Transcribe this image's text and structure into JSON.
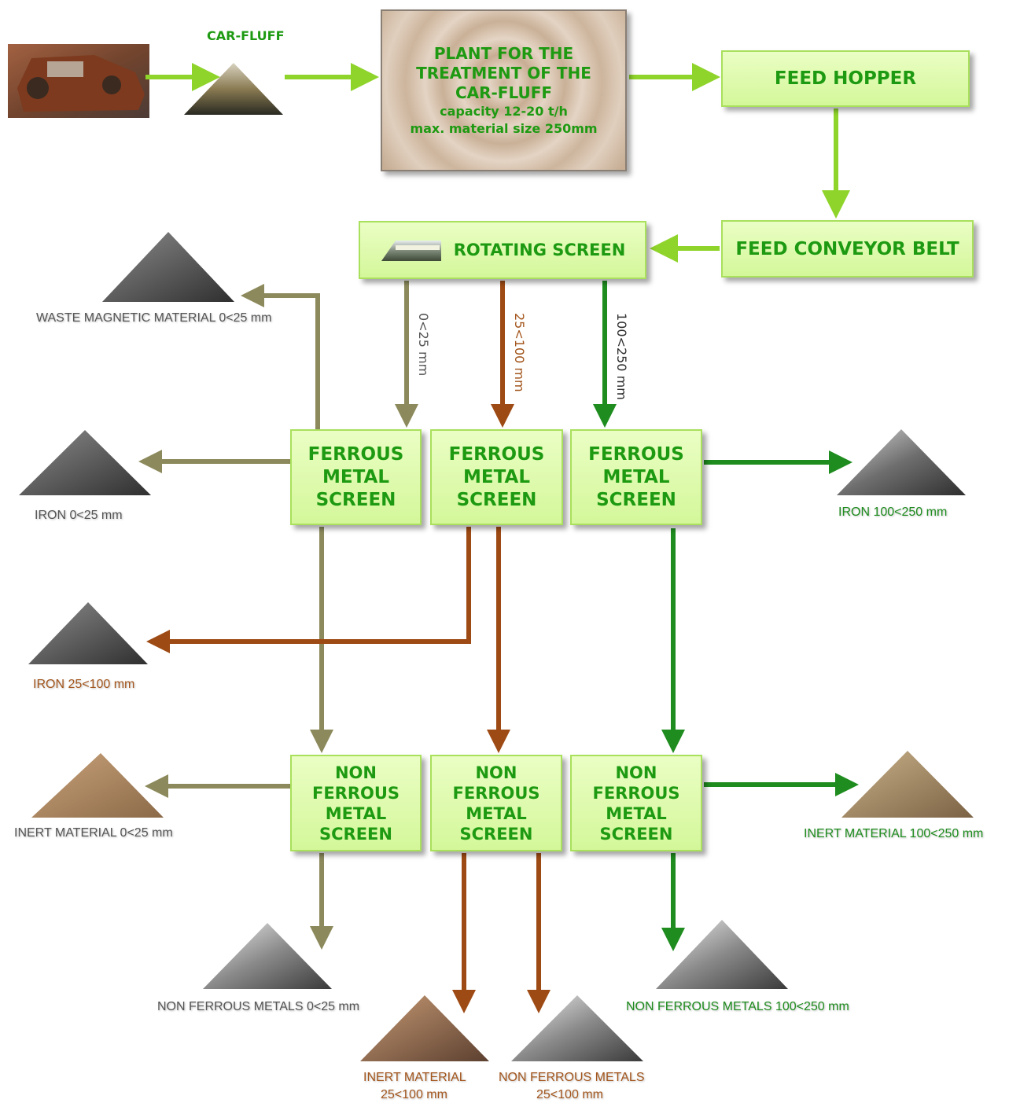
{
  "colors": {
    "fine_flow": "#8c8a5c",
    "medium_flow": "#9e4a14",
    "coarse_flow": "#1e8c1e",
    "feed_flow": "#8fd42a",
    "box_text": "#1e9a12"
  },
  "input": {
    "label": "CAR-FLUFF"
  },
  "plant": {
    "line1": "PLANT FOR THE",
    "line2": "TREATMENT OF THE",
    "line3": "CAR-FLUFF",
    "capacity": "capacity 12-20 t/h",
    "max_size": "max. material size 250mm"
  },
  "feed_hopper": "FEED HOPPER",
  "feed_conveyor": "FEED CONVEYOR BELT",
  "rotating_screen": "ROTATING SCREEN",
  "fractions": {
    "fine": "0<25 mm",
    "medium": "25<100 mm",
    "coarse": "100<250 mm"
  },
  "ferrous_screen": {
    "line1": "FERROUS",
    "line2": "METAL",
    "line3": "SCREEN"
  },
  "non_ferrous_screen": {
    "line1": "NON",
    "line2": "FERROUS",
    "line3": "METAL",
    "line4": "SCREEN"
  },
  "outputs": {
    "waste_magnetic": "WASTE MAGNETIC MATERIAL 0<25 mm",
    "iron_fine": "IRON 0<25 mm",
    "iron_medium": "IRON 25<100 mm",
    "iron_coarse": "IRON 100<250 mm",
    "inert_fine": "INERT MATERIAL 0<25 mm",
    "inert_coarse": "INERT MATERIAL 100<250 mm",
    "nonferrous_fine": "NON FERROUS METALS 0<25 mm",
    "nonferrous_coarse": "NON FERROUS METALS 100<250 mm",
    "inert_medium_line1": "INERT MATERIAL",
    "inert_medium_line2": "25<100 mm",
    "nonferrous_medium_line1": "NON FERROUS METALS",
    "nonferrous_medium_line2": "25<100 mm"
  }
}
